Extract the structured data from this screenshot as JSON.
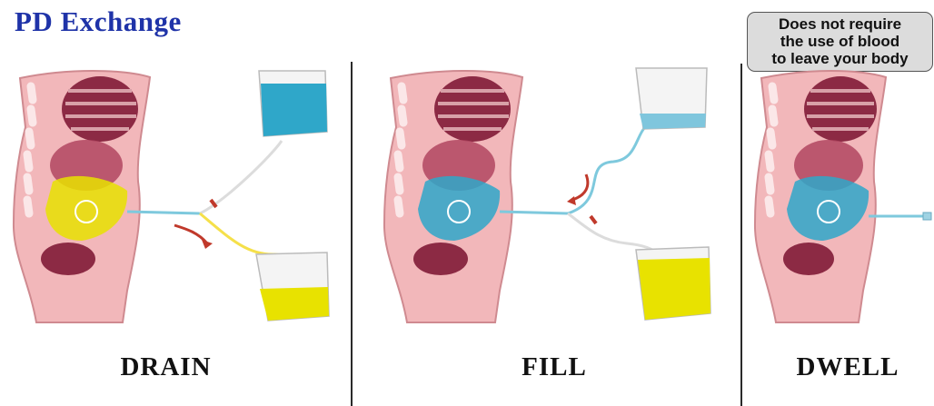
{
  "title": "PD Exchange",
  "note": {
    "lines": [
      "Does not require",
      "the use of blood",
      "to leave your body"
    ]
  },
  "stages": [
    {
      "label": "DRAIN"
    },
    {
      "label": "FILL"
    },
    {
      "label": "DWELL"
    }
  ],
  "colors": {
    "title": "#1f33a8",
    "dialysate_fresh": "#2fa7c9",
    "dialysate_used": "#e8e200",
    "skin": "#f2b7ba",
    "organ": "#8c2a44",
    "flow_arrow": "#c0392b"
  }
}
